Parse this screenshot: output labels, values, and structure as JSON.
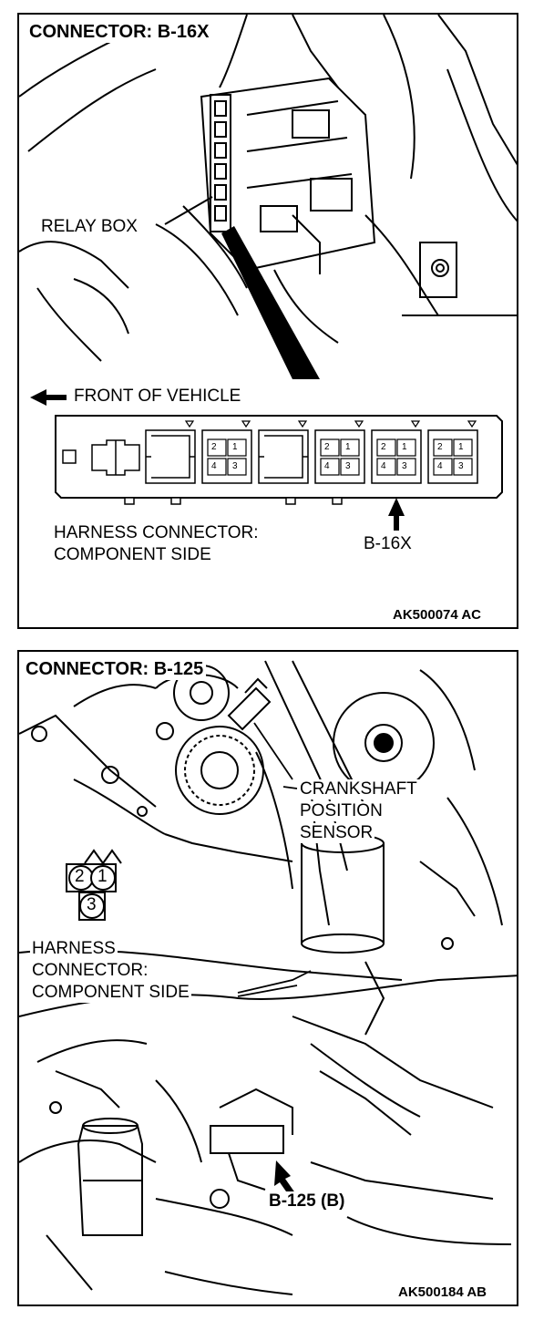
{
  "panel_top": {
    "title": "CONNECTOR: B-16X",
    "relay_box_label": "RELAY BOX",
    "front_label": "FRONT OF VEHICLE",
    "harness_label_line1": "HARNESS CONNECTOR:",
    "harness_label_line2": "COMPONENT SIDE",
    "connector_callout": "B-16X",
    "figure_code": "AK500074 AC",
    "pin_numbers": [
      "2",
      "1",
      "4",
      "3"
    ]
  },
  "panel_bottom": {
    "title": "CONNECTOR: B-125",
    "sensor_label_line1": "CRANKSHAFT",
    "sensor_label_line2": "POSITION",
    "sensor_label_line3": "SENSOR",
    "harness_label_line1": "HARNESS",
    "harness_label_line2": "CONNECTOR:",
    "harness_label_line3": "COMPONENT SIDE",
    "connector_callout": "B-125 (B)",
    "figure_code": "AK500184 AB",
    "pins": [
      "2",
      "1",
      "3"
    ]
  }
}
